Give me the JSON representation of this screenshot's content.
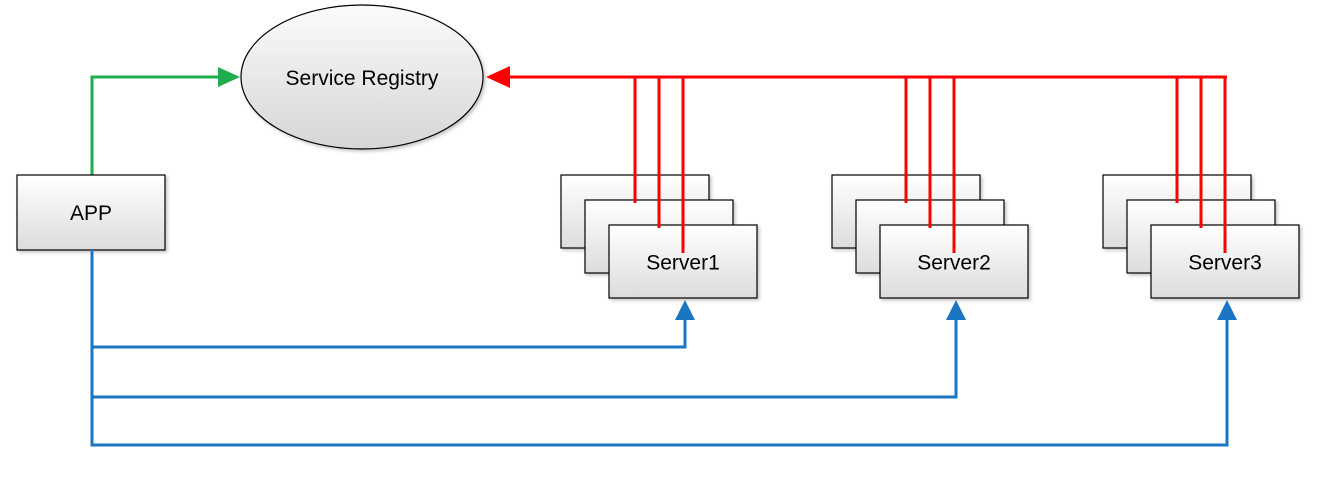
{
  "registry": {
    "label": "Service Registry"
  },
  "app": {
    "label": "APP"
  },
  "servers": [
    {
      "label": "Server1"
    },
    {
      "label": "Server2"
    },
    {
      "label": "Server3"
    }
  ],
  "colors": {
    "app_to_registry": "#1fae4e",
    "server_registration": "#ff0000",
    "app_to_servers": "#1a76c2",
    "box_fill_top": "#ffffff",
    "box_fill_bottom": "#d9d9d9",
    "box_stroke": "#000000"
  }
}
